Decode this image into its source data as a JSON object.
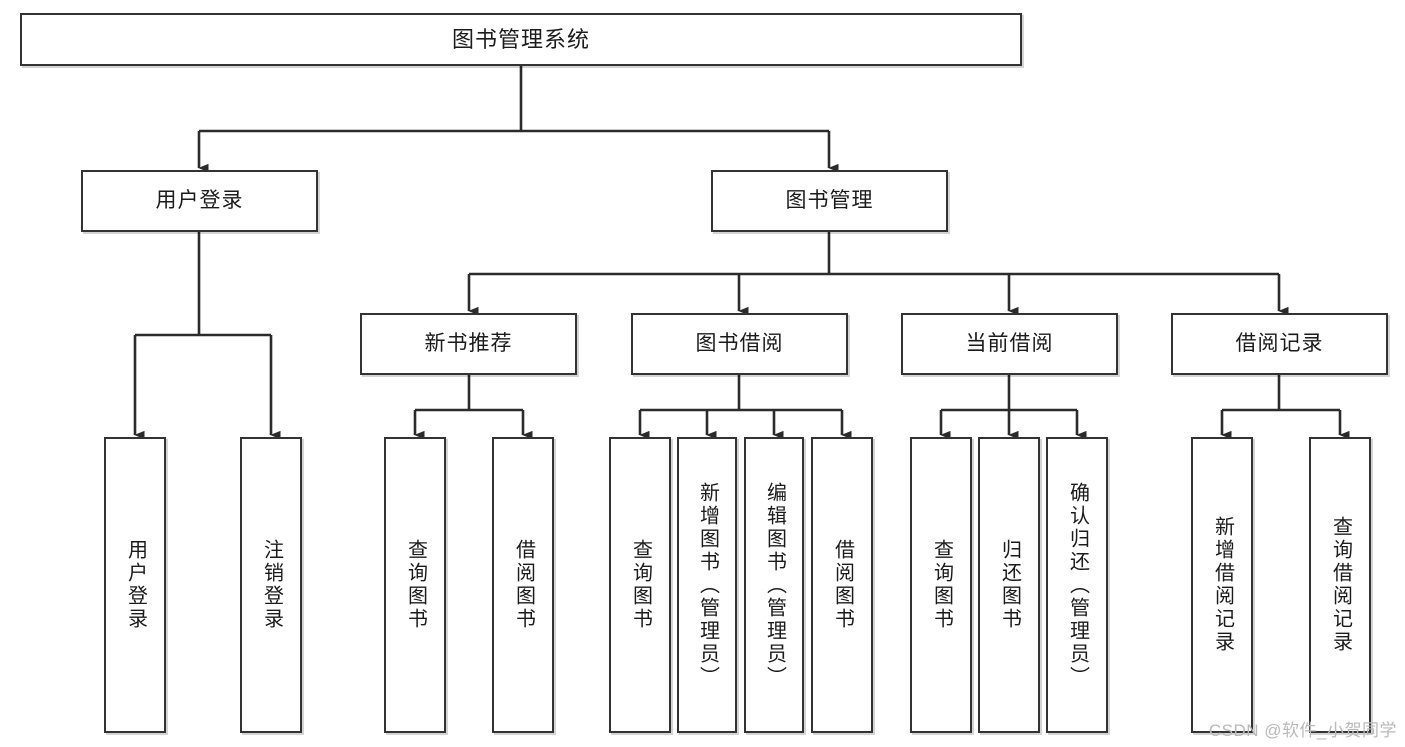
{
  "diagram": {
    "title": "图书管理系统",
    "type": "tree-hierarchy-chart",
    "colors": {
      "box_border": "#333333",
      "box_fill": "#ffffff",
      "connector": "#2b2b2b",
      "background": "#ffffff",
      "watermark": "#b9b9b9"
    },
    "root": {
      "label": "图书管理系统"
    },
    "level2": [
      {
        "label": "用户登录"
      },
      {
        "label": "图书管理"
      }
    ],
    "level3": [
      {
        "label": "新书推荐"
      },
      {
        "label": "图书借阅"
      },
      {
        "label": "当前借阅"
      },
      {
        "label": "借阅记录"
      }
    ],
    "leaves": {
      "user_login": [
        {
          "label": "用户登录"
        },
        {
          "label": "注销登录"
        }
      ],
      "new_book_recommend": [
        {
          "label": "查询图书"
        },
        {
          "label": "借阅图书"
        }
      ],
      "book_borrow": [
        {
          "label": "查询图书"
        },
        {
          "label": "新增图书（管理员）"
        },
        {
          "label": "编辑图书（管理员）"
        },
        {
          "label": "借阅图书"
        }
      ],
      "current_borrow": [
        {
          "label": "查询图书"
        },
        {
          "label": "归还图书"
        },
        {
          "label": "确认归还（管理员）"
        }
      ],
      "borrow_record": [
        {
          "label": "新增借阅记录"
        },
        {
          "label": "查询借阅记录"
        }
      ]
    },
    "watermark": "CSDN @软件_小贺同学"
  }
}
